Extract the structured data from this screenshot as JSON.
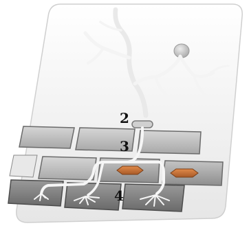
{
  "labels": {
    "two": "2",
    "three": "3",
    "four": "4"
  },
  "colors": {
    "card_gradient_top": "#ffffff",
    "card_gradient_bottom": "#e9e9e9",
    "card_outline": "#c9c9c9",
    "block_fill": "#c9c9c9",
    "block_fill_dark": "#9d9d9d",
    "block_outline": "#6e6e6e",
    "neuron_fill": "#f4f4f4",
    "neuron_outline": "#b8b8b8",
    "orange_cell": "#c7743c",
    "bottom_row": "#8c8c8c"
  },
  "icons": {
    "neuron": "neuron-cell-icon",
    "vessel": "blood-vessel-icon",
    "root": "capillary-roots-icon"
  }
}
